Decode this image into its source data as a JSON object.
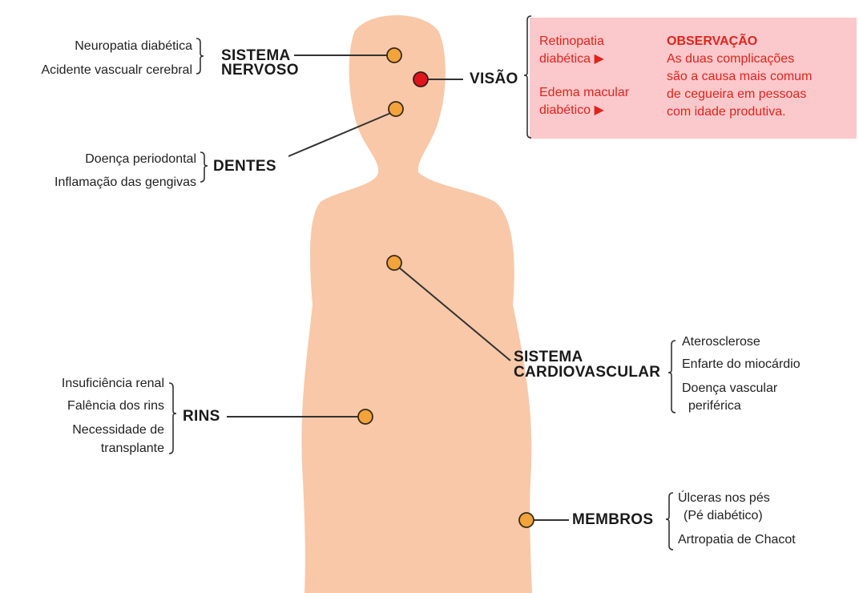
{
  "colors": {
    "skin": "#f8c8a8",
    "marker": "#f2a43a",
    "marker_alert": "#e0141b",
    "note_bg": "#fbc9cc",
    "note_text": "#e2231a",
    "line": "#333333"
  },
  "nervous": {
    "items": [
      "Neuropatia diabética",
      "Acidente vascualr cerebral"
    ],
    "heading_1": "SISTEMA",
    "heading_2": "NERVOSO"
  },
  "teeth": {
    "items": [
      "Doença periodontal",
      "Inflamação das gengivas"
    ],
    "heading": "DENTES"
  },
  "vision": {
    "heading": "VISÃO",
    "items": [
      {
        "line1": "Retinopatia",
        "line2": "diabética ▶"
      },
      {
        "line1": "Edema macular",
        "line2": "diabético ▶"
      }
    ],
    "note_title": "OBSERVAÇÃO",
    "note_lines": [
      "As duas complicações",
      "são a causa mais comum",
      "de cegueira em pessoas",
      "com idade produtiva."
    ]
  },
  "cardio": {
    "heading_1": "SISTEMA",
    "heading_2": "CARDIOVASCULAR",
    "items": [
      "Aterosclerose",
      "Enfarte do miocárdio",
      "Doença vascular",
      "periférica"
    ]
  },
  "kidneys": {
    "heading": "RINS",
    "items": [
      "Insuficiência renal",
      "Falência dos rins",
      "Necessidade de",
      "transplante"
    ]
  },
  "limbs": {
    "heading": "MEMBROS",
    "items": [
      "Úlceras nos pés",
      "(Pé diabético)",
      "Artropatia de Chacot"
    ]
  }
}
